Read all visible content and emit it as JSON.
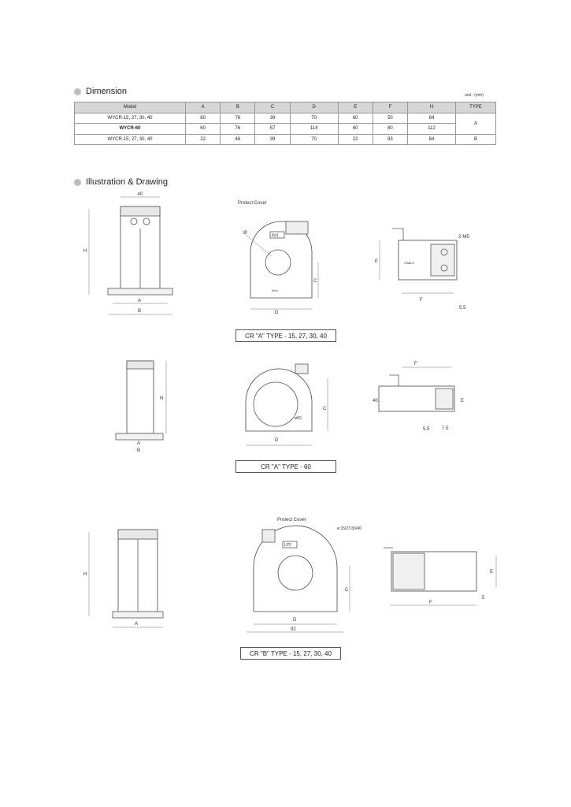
{
  "dimension": {
    "title": "Dimension",
    "unit": "unit : (mm)",
    "headers": [
      "Model",
      "A",
      "B",
      "C",
      "D",
      "E",
      "F",
      "H",
      "TYPE"
    ],
    "rows": [
      {
        "model": "WYCR-15, 27, 30, 40",
        "A": "60",
        "B": "76",
        "C": "39",
        "D": "70",
        "E": "60",
        "F": "50",
        "H": "84"
      },
      {
        "model": "WYCR-60",
        "A": "60",
        "B": "76",
        "C": "57",
        "D": "114",
        "E": "60",
        "F": "80",
        "H": "112"
      },
      {
        "model": "WYCR-15, 27, 30, 40",
        "A": "22",
        "B": "46",
        "C": "39",
        "D": "70",
        "E": "22",
        "F": "83",
        "H": "84",
        "type": "B"
      }
    ],
    "type_merged": "A"
  },
  "illustration": {
    "title": "Illustration & Drawing",
    "captions": [
      "CR \"A\" TYPE - 15, 27, 30, 40",
      "CR \"A\" TYPE - 60",
      "CR \"B\" TYPE - 15, 27, 30, 40"
    ],
    "labels": {
      "forty": "40",
      "H": "H",
      "A": "A",
      "B": "B",
      "C": "C",
      "D": "D",
      "E": "E",
      "F": "F",
      "phi": "Ø",
      "protect_cover": "Protect Cover",
      "m5": "2-M5",
      "five_five": "5.5",
      "seven_five": "7.5",
      "phi60": "ø60",
      "phi15": "ø 15/27/30/40",
      "ninety_two": "92",
      "five": "5",
      "kp1": "Kp1",
      "lp2": "LP2",
      "wcc": "Wcc",
      "cable": "CABLE"
    }
  }
}
